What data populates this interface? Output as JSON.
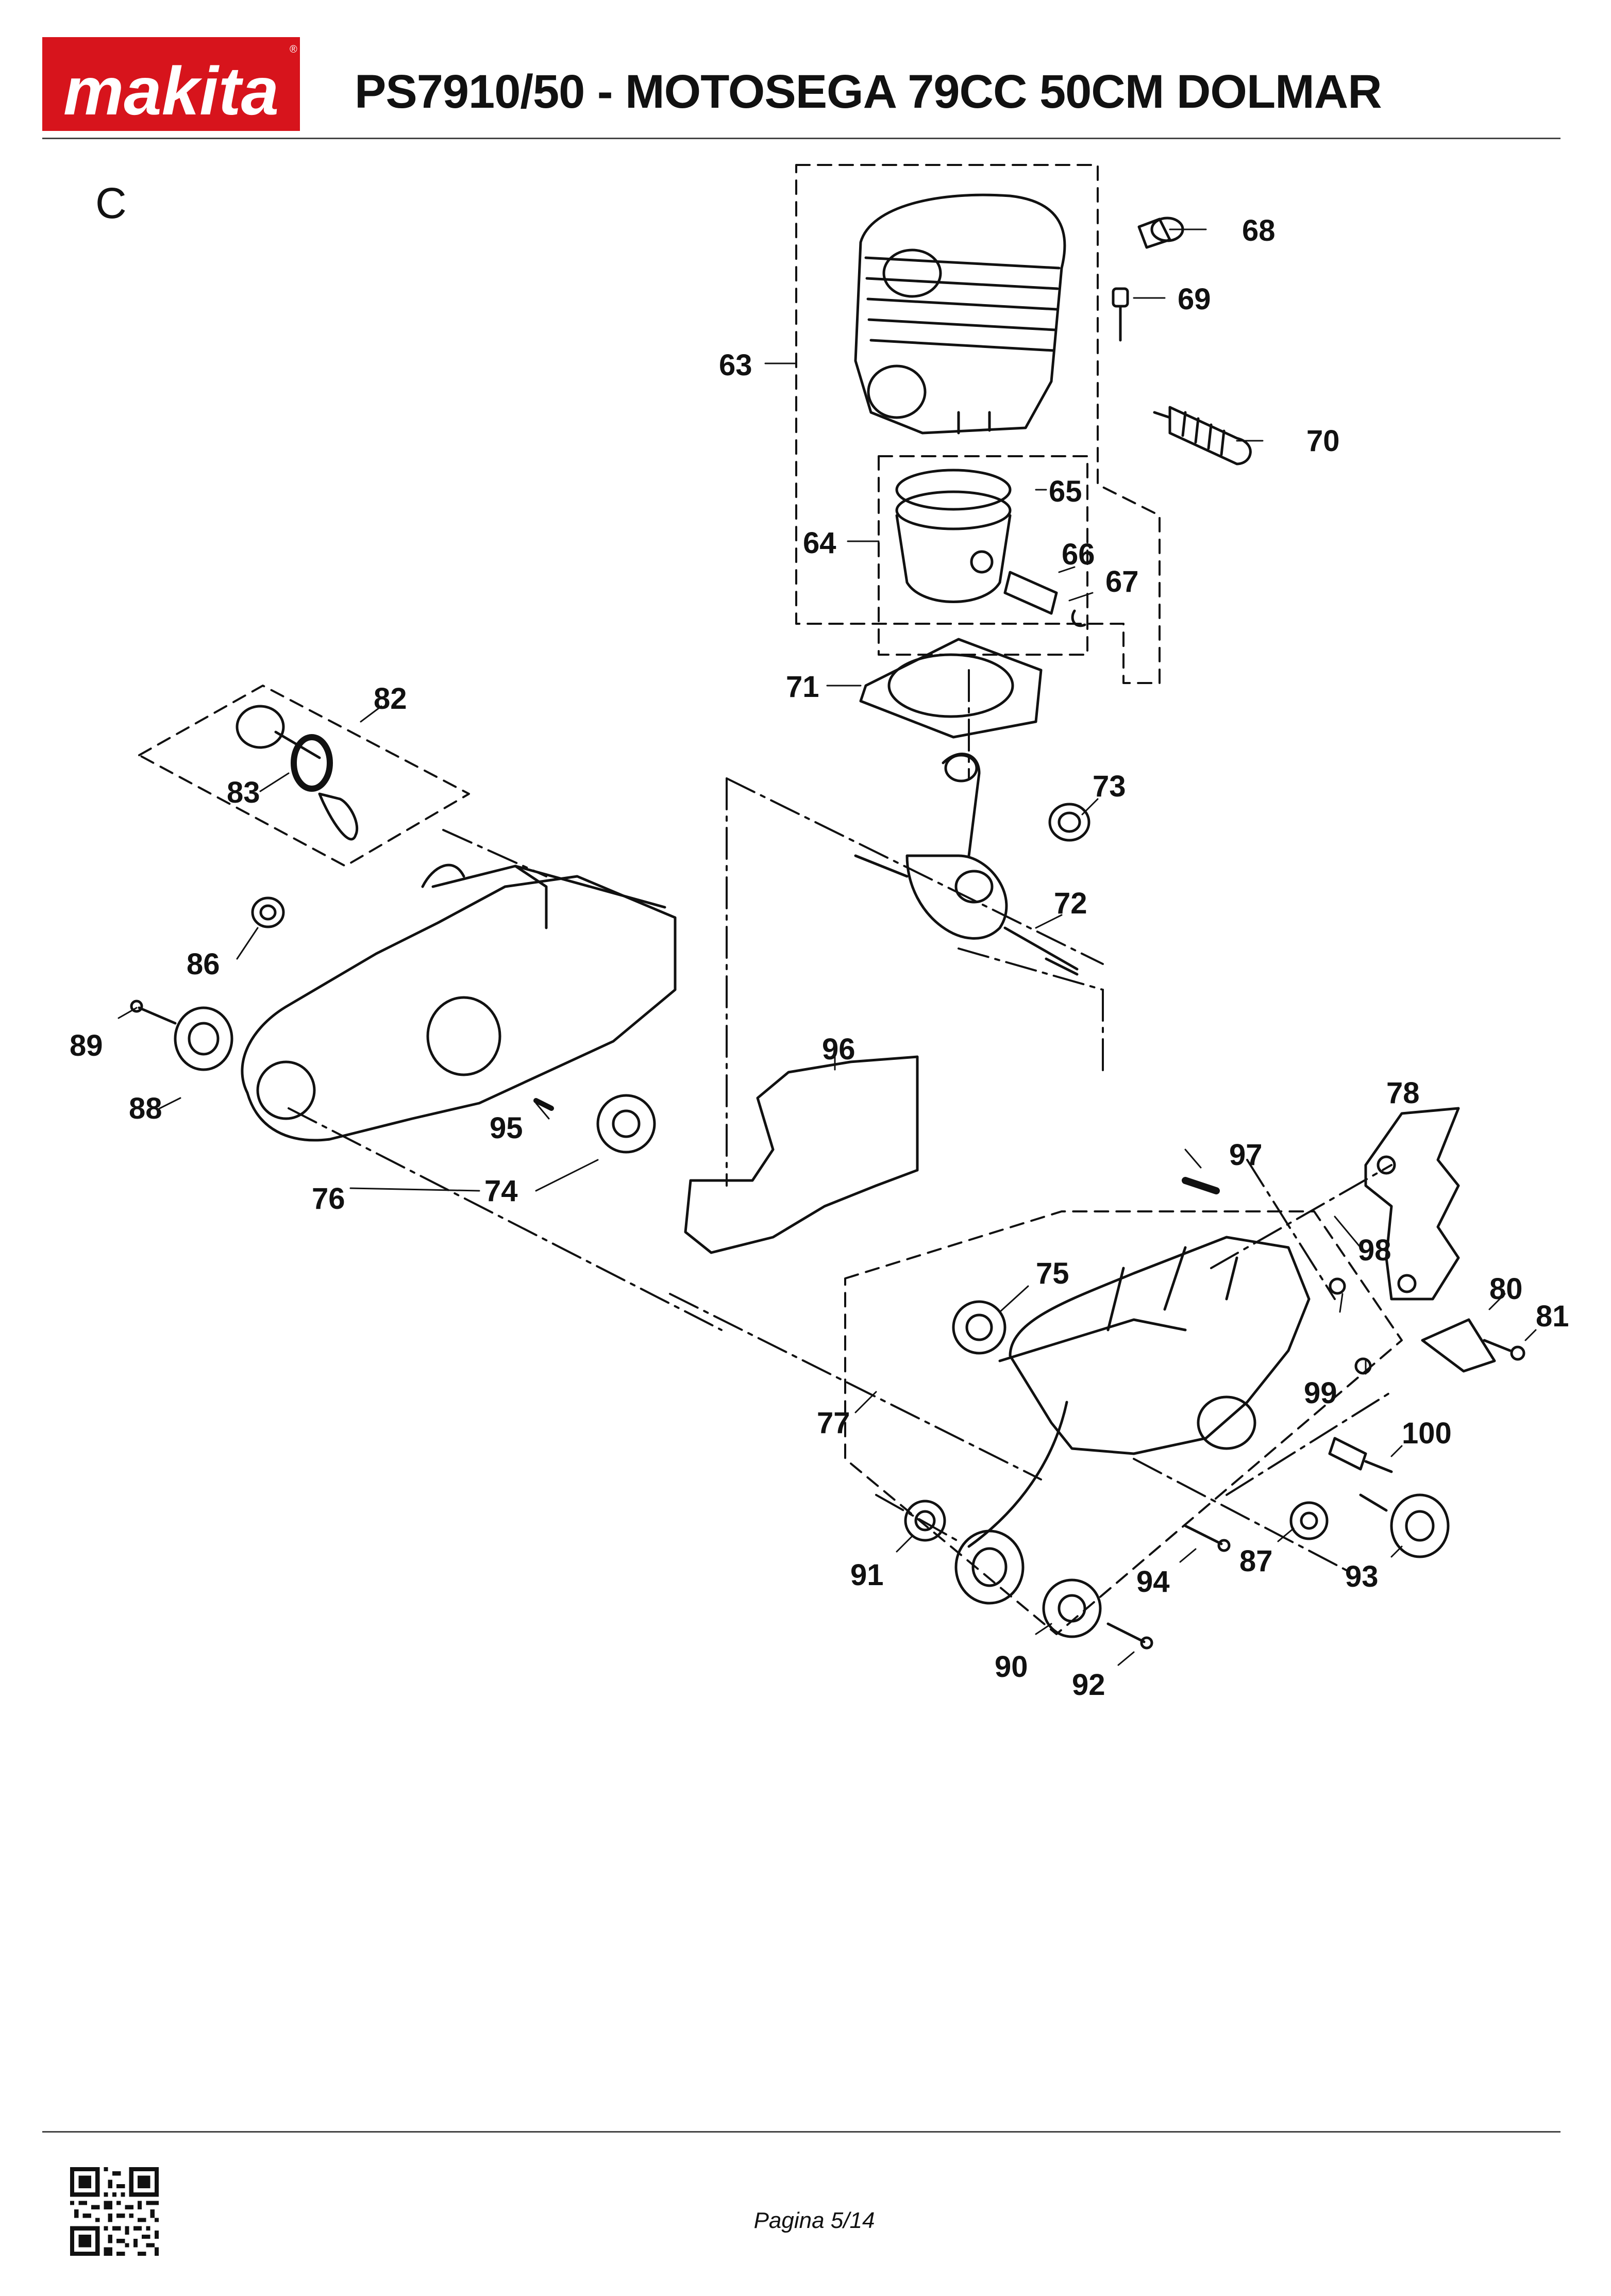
{
  "header": {
    "brand": "makita",
    "title": "PS7910/50 - MOTOSEGA 79CC 50CM DOLMAR"
  },
  "section_letter": "C",
  "parts": [
    {
      "id": "63",
      "label": "63"
    },
    {
      "id": "64",
      "label": "64"
    },
    {
      "id": "65",
      "label": "65"
    },
    {
      "id": "66",
      "label": "66"
    },
    {
      "id": "67",
      "label": "67"
    },
    {
      "id": "68",
      "label": "68"
    },
    {
      "id": "69",
      "label": "69"
    },
    {
      "id": "70",
      "label": "70"
    },
    {
      "id": "71",
      "label": "71"
    },
    {
      "id": "72",
      "label": "72"
    },
    {
      "id": "73",
      "label": "73"
    },
    {
      "id": "74",
      "label": "74"
    },
    {
      "id": "75",
      "label": "75"
    },
    {
      "id": "76",
      "label": "76"
    },
    {
      "id": "77",
      "label": "77"
    },
    {
      "id": "78",
      "label": "78"
    },
    {
      "id": "80",
      "label": "80"
    },
    {
      "id": "81",
      "label": "81"
    },
    {
      "id": "82",
      "label": "82"
    },
    {
      "id": "83",
      "label": "83"
    },
    {
      "id": "86",
      "label": "86"
    },
    {
      "id": "87",
      "label": "87"
    },
    {
      "id": "88",
      "label": "88"
    },
    {
      "id": "89",
      "label": "89"
    },
    {
      "id": "90",
      "label": "90"
    },
    {
      "id": "91",
      "label": "91"
    },
    {
      "id": "92",
      "label": "92"
    },
    {
      "id": "93",
      "label": "93"
    },
    {
      "id": "94",
      "label": "94"
    },
    {
      "id": "95",
      "label": "95"
    },
    {
      "id": "96",
      "label": "96"
    },
    {
      "id": "97",
      "label": "97"
    },
    {
      "id": "98",
      "label": "98"
    },
    {
      "id": "99",
      "label": "99"
    },
    {
      "id": "100",
      "label": "100"
    }
  ],
  "footer": {
    "page": "Pagina 5/14"
  },
  "colors": {
    "brand_red": "#d7141c",
    "ink": "#111111"
  }
}
